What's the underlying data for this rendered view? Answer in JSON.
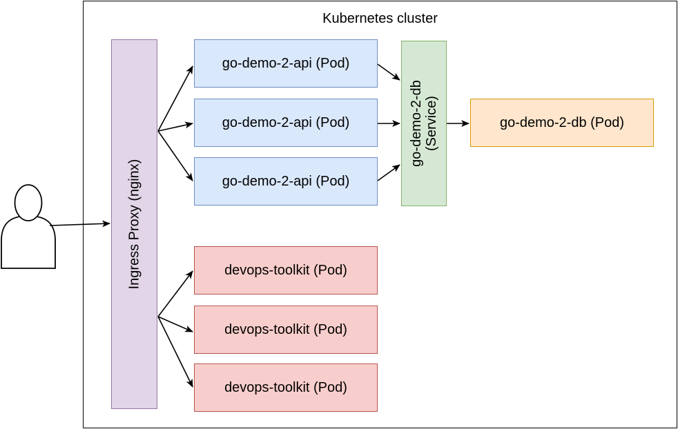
{
  "cluster": {
    "title": "Kubernetes cluster"
  },
  "ingress": {
    "label": "Ingress Proxy (nginx)"
  },
  "api_pods": [
    {
      "label": "go-demo-2-api (Pod)"
    },
    {
      "label": "go-demo-2-api (Pod)"
    },
    {
      "label": "go-demo-2-api (Pod)"
    }
  ],
  "service": {
    "line1": "go-demo-2-db",
    "line2": "(Service)"
  },
  "db_pod": {
    "label": "go-demo-2-db (Pod)"
  },
  "toolkit_pods": [
    {
      "label": "devops-toolkit (Pod)"
    },
    {
      "label": "devops-toolkit (Pod)"
    },
    {
      "label": "devops-toolkit (Pod)"
    }
  ],
  "user": {
    "icon": "user-icon"
  },
  "colors": {
    "api_fill": "#dae8fc",
    "api_stroke": "#6c8ebf",
    "toolkit_fill": "#f8cecc",
    "toolkit_stroke": "#b85450",
    "db_fill": "#ffe6cc",
    "db_stroke": "#d79b00",
    "service_fill": "#d5e8d4",
    "service_stroke": "#82b366",
    "ingress_fill": "#e1d5e7",
    "ingress_stroke": "#9673a6"
  }
}
